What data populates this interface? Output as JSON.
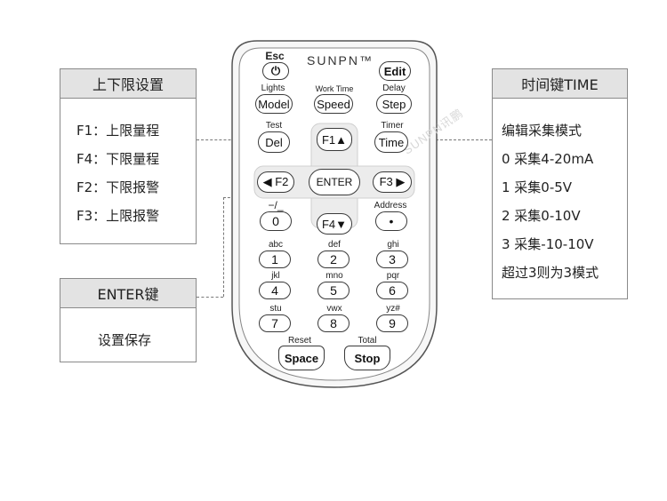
{
  "left_box_limits": {
    "title": "上下限设置",
    "lines": [
      "F1：上限量程",
      "F4：下限量程",
      "F2：下限报警",
      "F3：上限报警"
    ]
  },
  "left_box_enter": {
    "title": "ENTER键",
    "lines": [
      "设置保存"
    ]
  },
  "right_box_time": {
    "title": "时间键TIME",
    "lines": [
      "编辑采集模式",
      "0 采集4-20mA",
      "1 采集0-5V",
      "2 采集0-10V",
      "3 采集-10-10V",
      "超过3则为3模式"
    ]
  },
  "remote": {
    "brand": "SUNPN™",
    "watermark": "SUNPN讯鹏",
    "keys": {
      "esc": {
        "top": "Esc",
        "symbol": "⏻"
      },
      "edit": {
        "label": "Edit"
      },
      "model": {
        "top": "Lights",
        "label": "Model"
      },
      "speed": {
        "top": "Work Time",
        "label": "Speed"
      },
      "step": {
        "top": "Delay",
        "label": "Step"
      },
      "del": {
        "top": "Test",
        "label": "Del"
      },
      "time": {
        "top": "Timer",
        "label": "Time"
      },
      "f1": {
        "label": "F1▲"
      },
      "f2": {
        "label": "◀ F2"
      },
      "enter": {
        "label": "ENTER"
      },
      "f3": {
        "label": "F3 ▶"
      },
      "f4": {
        "label": "F4▼"
      },
      "zero": {
        "top": "−/_",
        "label": "0"
      },
      "dot": {
        "top": "Address",
        "label": "•"
      },
      "n1": {
        "top": "abc",
        "label": "1"
      },
      "n2": {
        "top": "def",
        "label": "2"
      },
      "n3": {
        "top": "ghi",
        "label": "3"
      },
      "n4": {
        "top": "jkl",
        "label": "4"
      },
      "n5": {
        "top": "mno",
        "label": "5"
      },
      "n6": {
        "top": "pqr",
        "label": "6"
      },
      "n7": {
        "top": "stu",
        "label": "7"
      },
      "n8": {
        "top": "vwx",
        "label": "8"
      },
      "n9": {
        "top": "yz#",
        "label": "9"
      },
      "space": {
        "top": "Reset",
        "label": "Space"
      },
      "stop": {
        "top": "Total",
        "label": "Stop"
      }
    }
  }
}
